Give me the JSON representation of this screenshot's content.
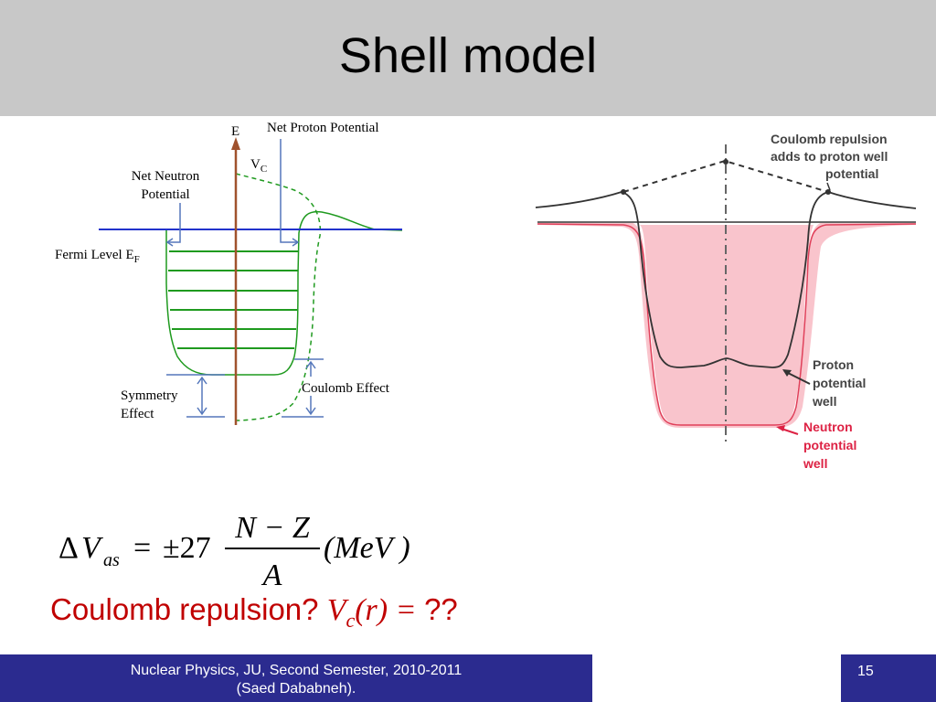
{
  "slide": {
    "title": "Shell model"
  },
  "left_diagram": {
    "axis_label": "E",
    "net_proton_label": "Net Proton Potential",
    "vc_main": "V",
    "vc_sub": "C",
    "net_neutron_line1": "Net Neutron",
    "net_neutron_line2": "Potential",
    "fermi_main": "Fermi Level E",
    "fermi_sub": "F",
    "symmetry_line1": "Symmetry",
    "symmetry_line2": "Effect",
    "coulomb_effect": "Coulomb Effect"
  },
  "right_diagram": {
    "coulomb_note_line1": "Coulomb repulsion",
    "coulomb_note_line2": "adds to proton well",
    "coulomb_note_line3": "potential",
    "proton_line1": "Proton",
    "proton_line2": "potential",
    "proton_line3": "well",
    "neutron_line1": "Neutron",
    "neutron_line2": "potential",
    "neutron_line3": "well"
  },
  "formula": {
    "delta": "Δ",
    "v": "V",
    "v_sub": "as",
    "equals": "=",
    "coefficient": "±27",
    "numerator": "N − Z",
    "denominator": "A",
    "unit": "(MeV )"
  },
  "question": {
    "text": "Coulomb repulsion?",
    "v": "V",
    "v_sub": "c",
    "args": "(r) = ",
    "rhs": "??"
  },
  "footer": {
    "line1": "Nuclear Physics, JU, Second Semester, 2010-2011",
    "line2": "(Saed Dababneh).",
    "page_number": "15"
  },
  "colors": {
    "title_bar": "#c8c8c8",
    "footer": "#2b2b8f",
    "question_text": "#c00000",
    "green_levels": "#1f9a1f",
    "fermi_line": "#2233cc",
    "axis_brown": "#a0522d",
    "neutron_fill": "#f9c4cc",
    "neutron_edge": "#e0405a",
    "annotation_blue": "#5577bb",
    "annotation_red": "#dd2244"
  }
}
